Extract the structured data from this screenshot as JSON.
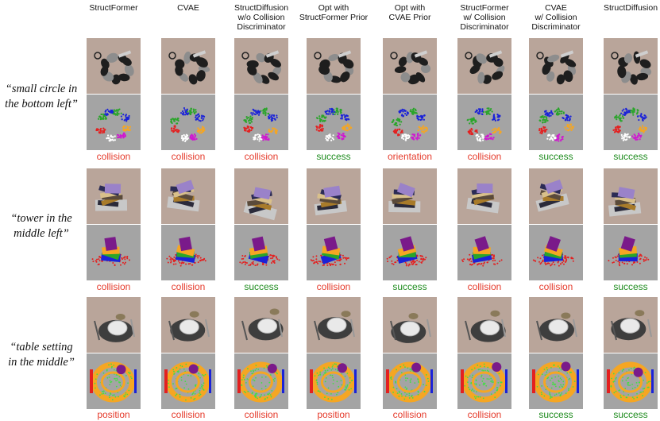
{
  "columns": [
    {
      "label": "StructFormer"
    },
    {
      "label": "CVAE"
    },
    {
      "label": "StructDiffusion\nw/o Collision\nDiscriminator"
    },
    {
      "label": "Opt with\nStructFormer Prior"
    },
    {
      "label": "Opt with\nCVAE Prior"
    },
    {
      "label": "StructFormer\nw/ Collision\nDiscriminator"
    },
    {
      "label": "CVAE\nw/ Collision\nDiscriminator"
    },
    {
      "label": "StructDiffusion"
    }
  ],
  "rows": [
    {
      "label": "“small circle in\nthe bottom left”",
      "scene": "circle",
      "results": [
        "collision",
        "collision",
        "collision",
        "success",
        "orientation",
        "collision",
        "success",
        "success"
      ]
    },
    {
      "label": "“tower in the\nmiddle left”",
      "scene": "tower",
      "results": [
        "collision",
        "collision",
        "success",
        "collision",
        "success",
        "collision",
        "collision",
        "success"
      ]
    },
    {
      "label": "“table setting\nin the middle”",
      "scene": "table",
      "results": [
        "position",
        "collision",
        "collision",
        "position",
        "collision",
        "collision",
        "success",
        "success"
      ]
    }
  ],
  "colors": {
    "failure": "#e53b2c",
    "success": "#1f8c1f",
    "sim_background": "#b9a59a",
    "pointcloud_background": "#a4a4a4"
  }
}
